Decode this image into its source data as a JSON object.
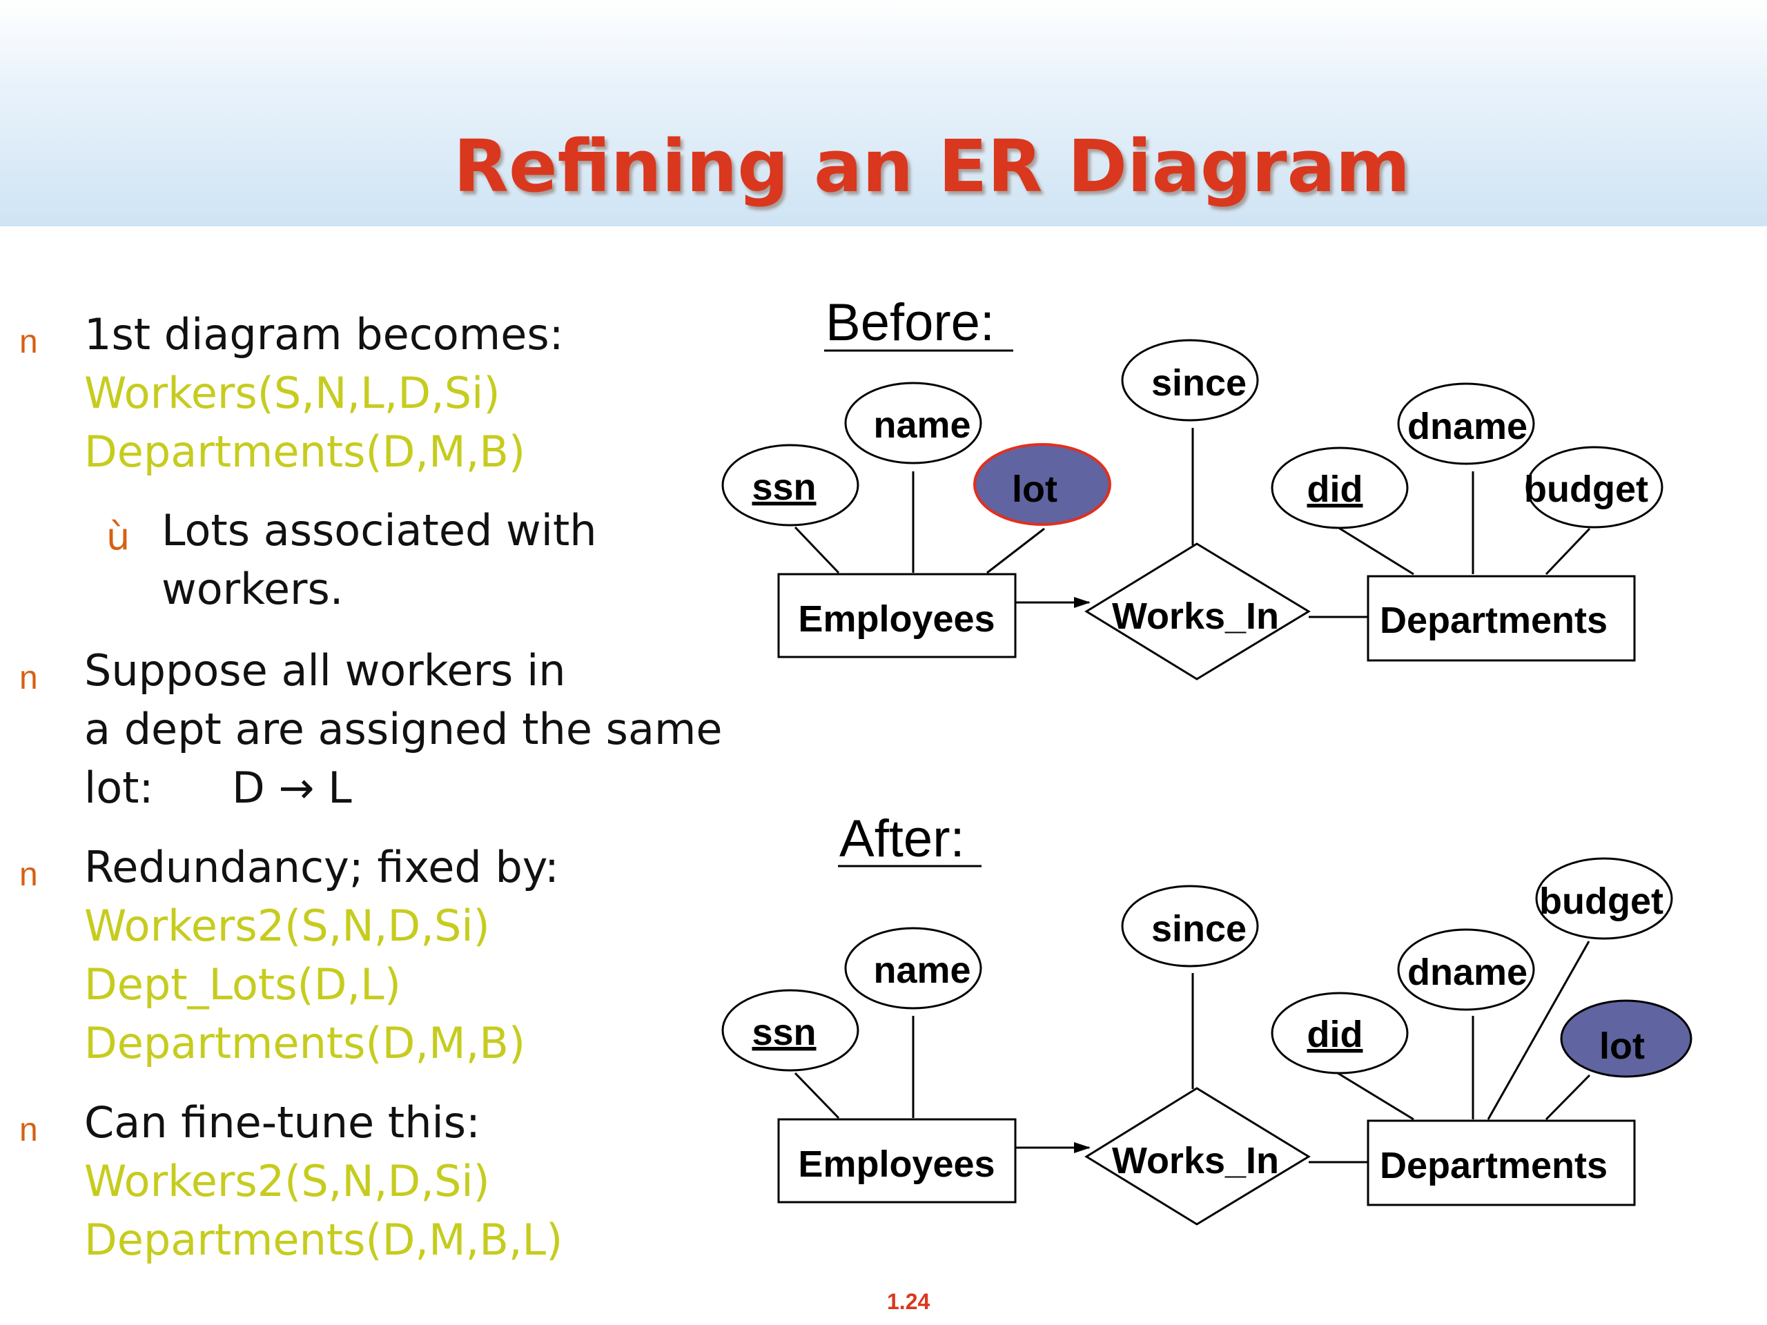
{
  "slide": {
    "title": "Refining an ER Diagram",
    "page_number": "1.24"
  },
  "colors": {
    "title": "#d9381e",
    "bullet_marker": "#d66014",
    "schema_text": "#c6cc1e",
    "body_text": "#111111",
    "highlight_attribute_fill": "#6064a0",
    "highlight_attribute_border_before": "#e03020"
  },
  "bullets": [
    {
      "marker": "n",
      "lines": [
        "1st diagram becomes:"
      ],
      "schemas": [
        "Workers(S,N,L,D,Si)",
        "Departments(D,M,B)"
      ],
      "sub": {
        "marker": "ù",
        "lines": [
          "Lots associated with",
          "workers."
        ]
      }
    },
    {
      "marker": "n",
      "lines": [
        "Suppose all workers in",
        "a dept are assigned the same"
      ],
      "fd_label": "lot:",
      "fd": "D → L"
    },
    {
      "marker": "n",
      "lines": [
        "Redundancy; fixed by:"
      ],
      "schemas": [
        "Workers2(S,N,D,Si)",
        "Dept_Lots(D,L)",
        "Departments(D,M,B)"
      ]
    },
    {
      "marker": "n",
      "lines": [
        "Can fine-tune this:"
      ],
      "schemas": [
        "Workers2(S,N,D,Si)",
        "Departments(D,M,B,L)"
      ]
    }
  ],
  "diagrams": {
    "before": {
      "label": "Before:",
      "entities": {
        "employees": "Employees",
        "departments": "Departments"
      },
      "relationship": "Works_In",
      "attributes": {
        "ssn": "ssn",
        "name": "name",
        "lot": "lot",
        "since": "since",
        "did": "did",
        "dname": "dname",
        "budget": "budget"
      }
    },
    "after": {
      "label": "After:",
      "entities": {
        "employees": "Employees",
        "departments": "Departments"
      },
      "relationship": "Works_In",
      "attributes": {
        "ssn": "ssn",
        "name": "name",
        "since": "since",
        "did": "did",
        "dname": "dname",
        "budget": "budget",
        "lot": "lot"
      }
    }
  }
}
